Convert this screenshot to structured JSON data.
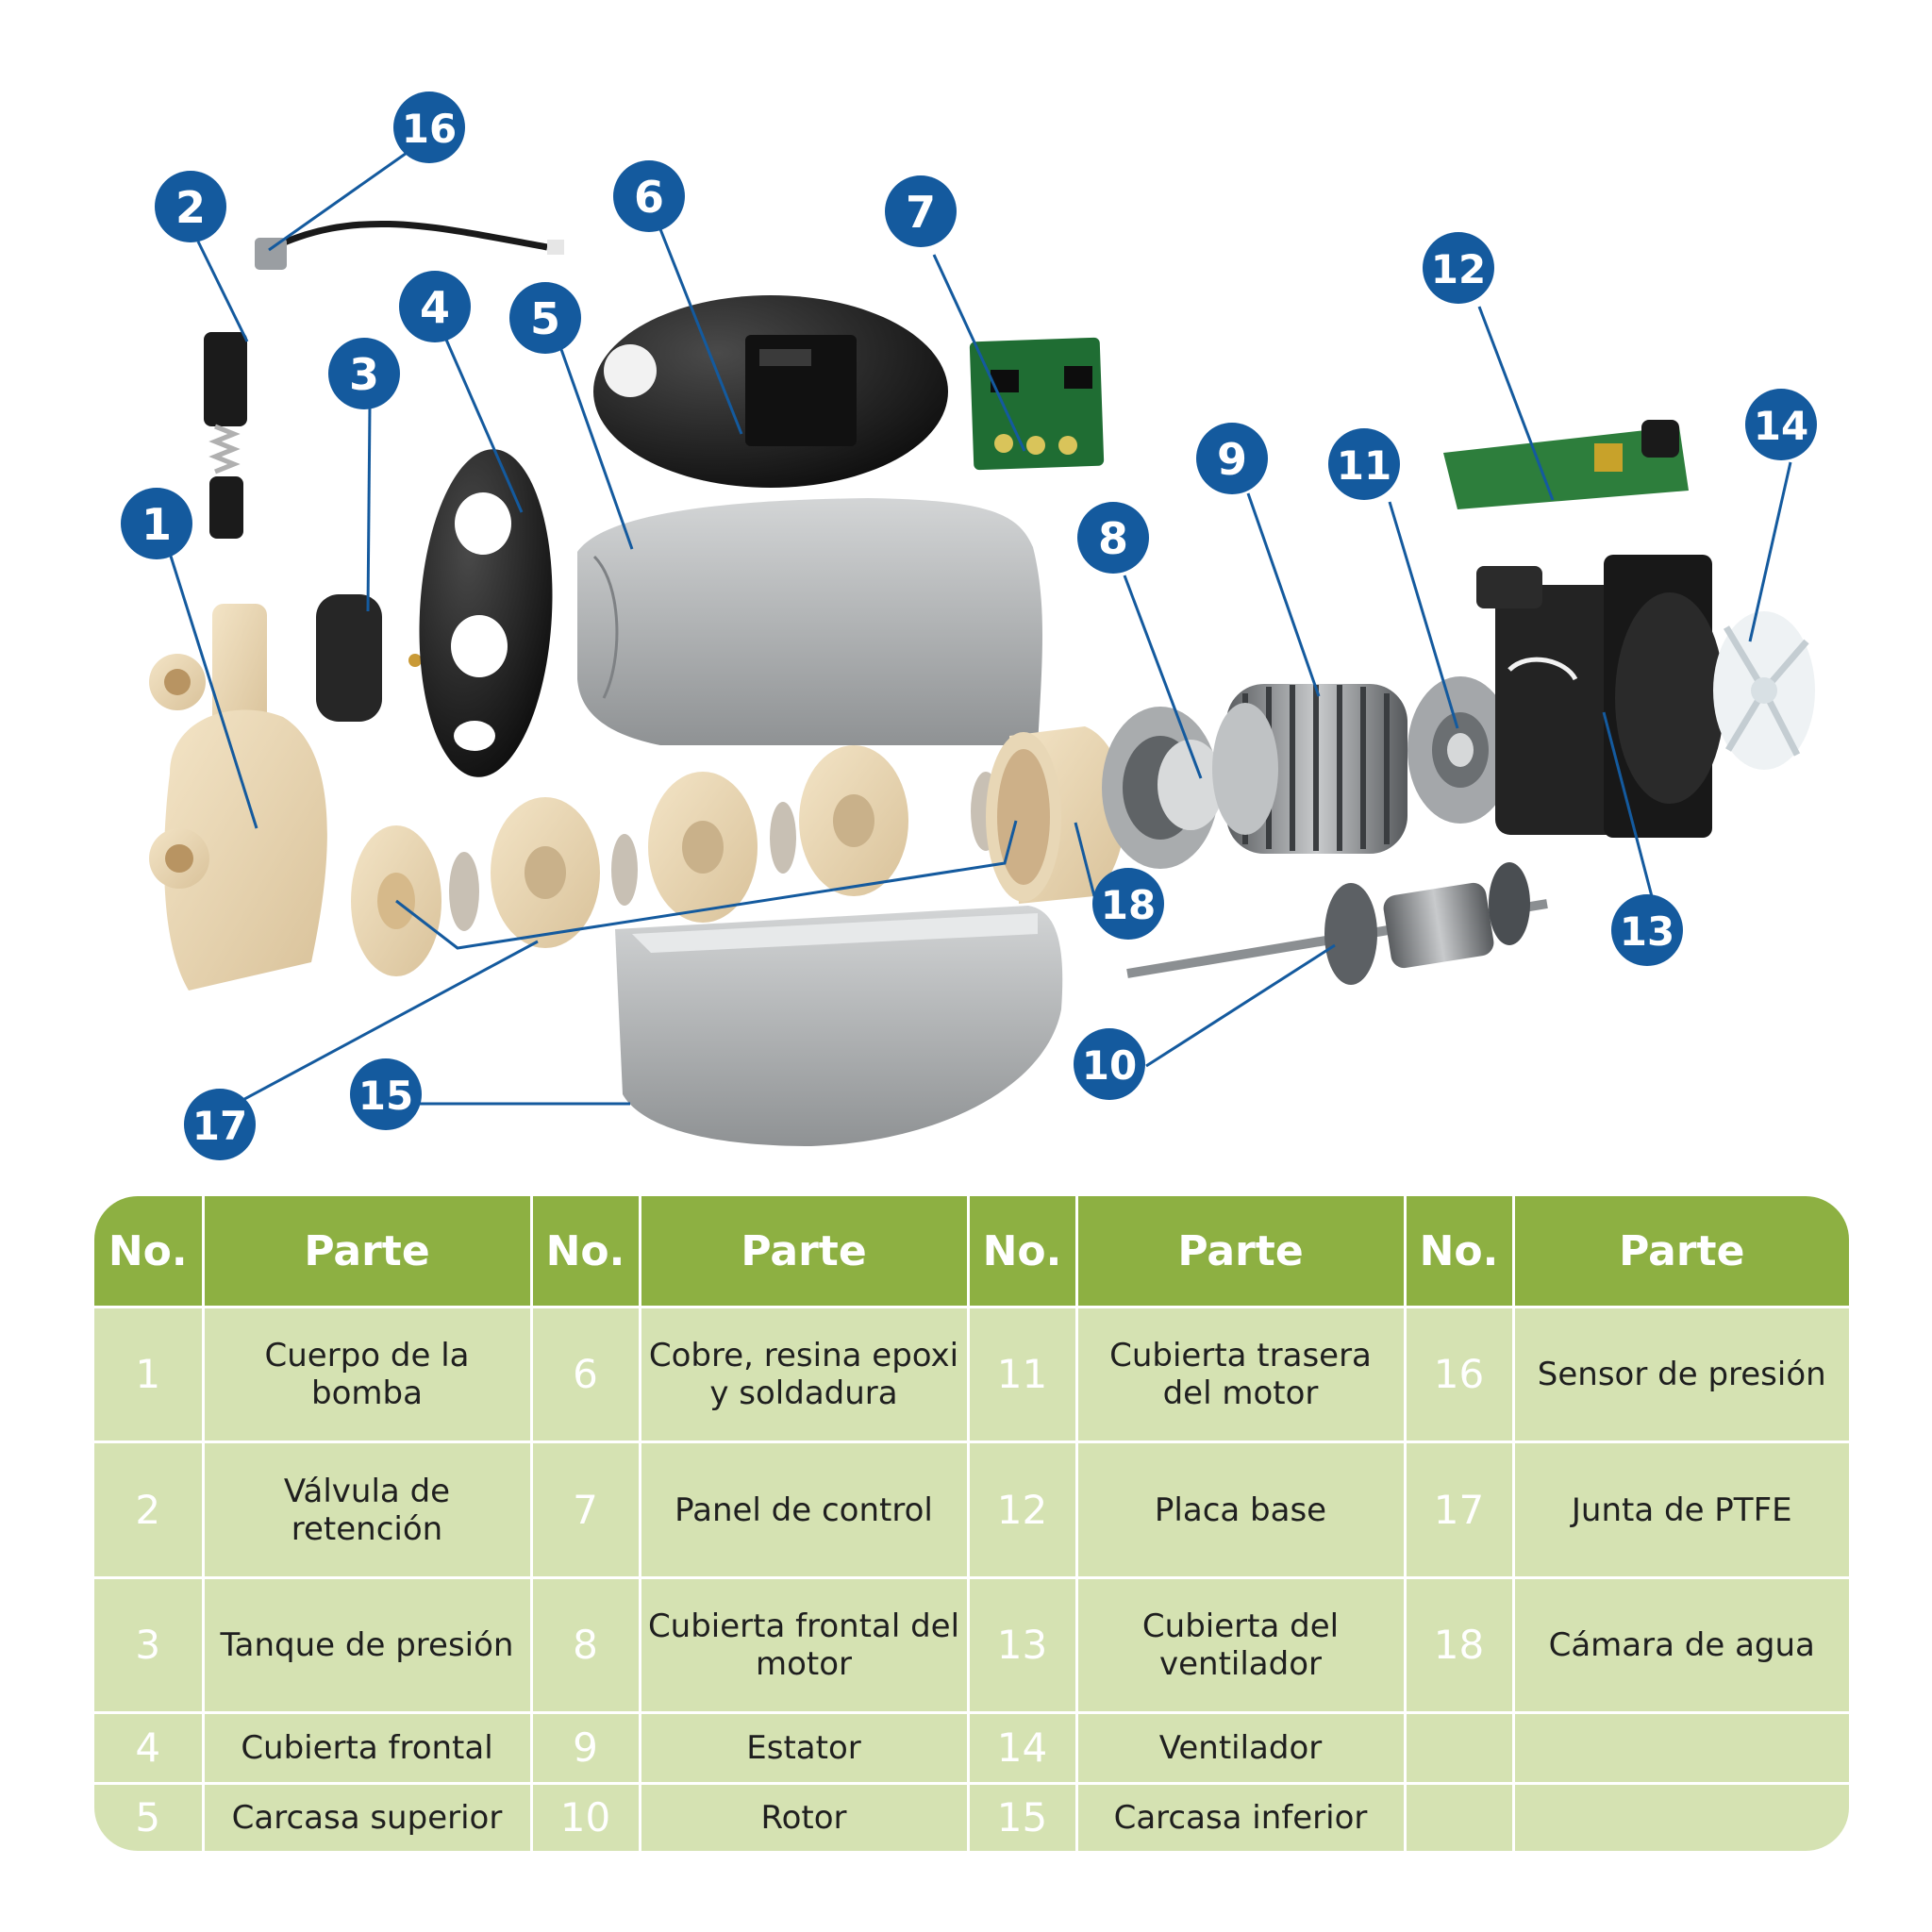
{
  "callouts": [
    "1",
    "2",
    "3",
    "4",
    "5",
    "6",
    "7",
    "8",
    "9",
    "10",
    "11",
    "12",
    "13",
    "14",
    "15",
    "16",
    "17",
    "18"
  ],
  "colors": {
    "callout_fill": "#145a9e",
    "leader_line": "#145a9e",
    "header_green": "#8db042",
    "cell_green": "#d5e2b2"
  },
  "table": {
    "header_no": "No.",
    "header_part": "Parte",
    "rows": [
      [
        {
          "no": "1",
          "part": "Cuerpo de la bomba"
        },
        {
          "no": "6",
          "part": "Cobre, resina epoxi y soldadura"
        },
        {
          "no": "11",
          "part": "Cubierta trasera del motor"
        },
        {
          "no": "16",
          "part": "Sensor de presión"
        }
      ],
      [
        {
          "no": "2",
          "part": "Válvula de retención"
        },
        {
          "no": "7",
          "part": "Panel de control"
        },
        {
          "no": "12",
          "part": "Placa base"
        },
        {
          "no": "17",
          "part": "Junta de PTFE"
        }
      ],
      [
        {
          "no": "3",
          "part": "Tanque de presión"
        },
        {
          "no": "8",
          "part": "Cubierta frontal del motor"
        },
        {
          "no": "13",
          "part": "Cubierta del ventilador"
        },
        {
          "no": "18",
          "part": "Cámara de agua"
        }
      ],
      [
        {
          "no": "4",
          "part": "Cubierta frontal"
        },
        {
          "no": "9",
          "part": "Estator"
        },
        {
          "no": "14",
          "part": "Ventilador"
        },
        {
          "no": "",
          "part": ""
        }
      ],
      [
        {
          "no": "5",
          "part": "Carcasa superior"
        },
        {
          "no": "10",
          "part": "Rotor"
        },
        {
          "no": "15",
          "part": "Carcasa inferior"
        },
        {
          "no": "",
          "part": ""
        }
      ]
    ]
  }
}
